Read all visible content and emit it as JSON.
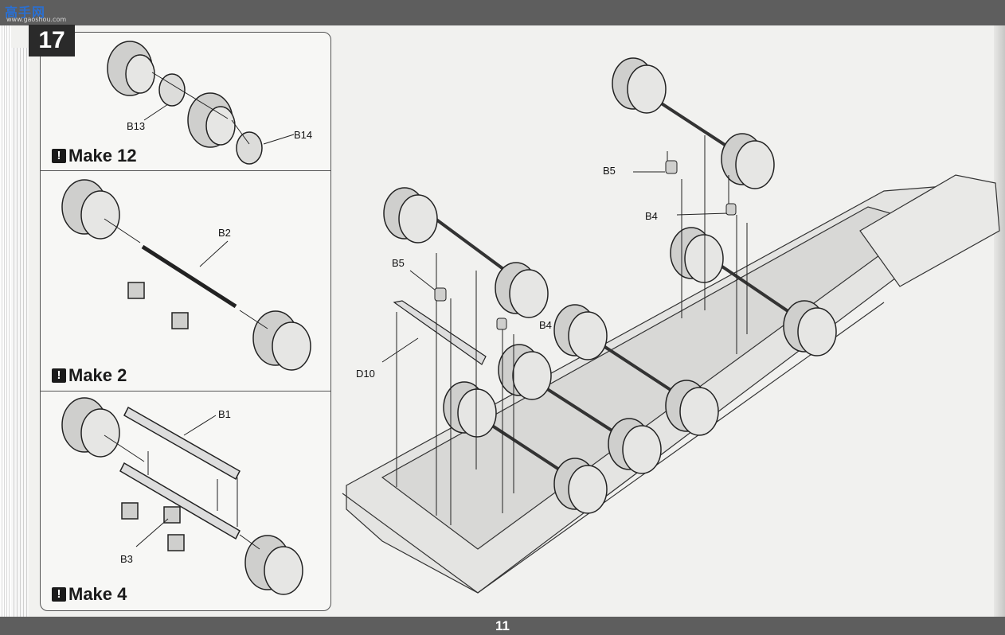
{
  "watermark": {
    "site": "高手网",
    "url": "www.gaoshou.com"
  },
  "step_number": "17",
  "panels": [
    {
      "make_label": "Make 12",
      "parts": [
        "B13",
        "B14"
      ]
    },
    {
      "make_label": "Make 2",
      "parts": [
        "B2"
      ]
    },
    {
      "make_label": "Make 4",
      "parts": [
        "B1",
        "B3"
      ]
    }
  ],
  "main_parts": {
    "b5_top": "B5",
    "b4_top": "B4",
    "b5_left": "B5",
    "b4_mid": "B4",
    "d10": "D10"
  },
  "page_number": "11",
  "colors": {
    "bars": "#5e5e5e",
    "ink": "#1a1a1a",
    "paper": "#f1f1ef"
  },
  "icons": [
    "warning-icon"
  ]
}
